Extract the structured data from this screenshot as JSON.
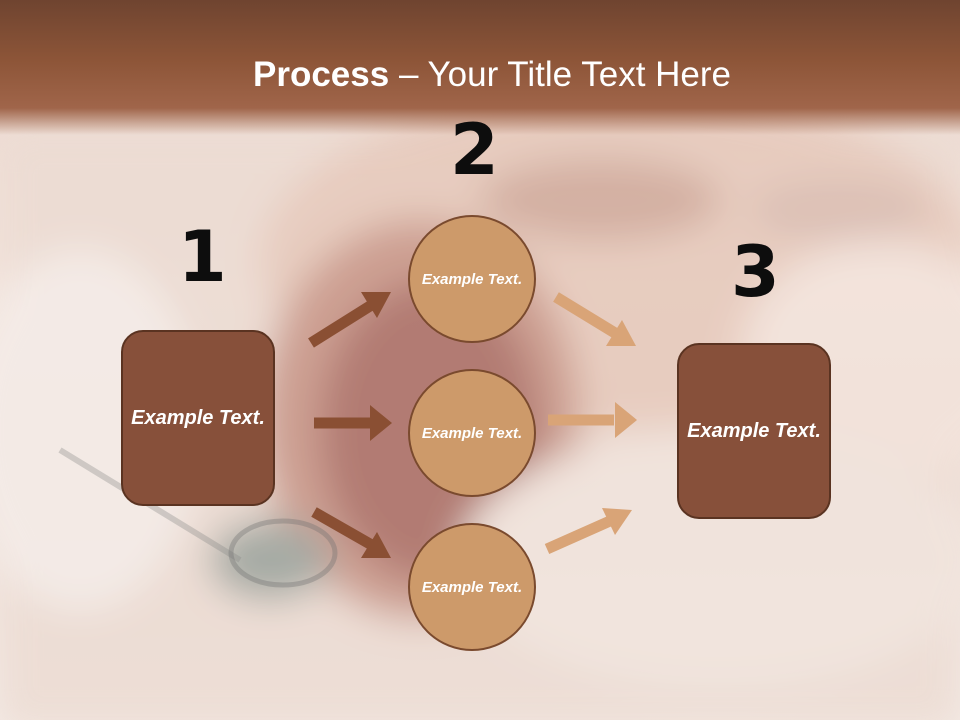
{
  "title": {
    "bold": "Process",
    "rest": " – Your Title Text Here"
  },
  "steps": {
    "one": {
      "number": "1",
      "label": "Example Text."
    },
    "two": {
      "number": "2"
    },
    "three": {
      "number": "3",
      "label": "Example Text."
    }
  },
  "circles": [
    {
      "label": "Example Text."
    },
    {
      "label": "Example Text."
    },
    {
      "label": "Example Text."
    }
  ],
  "colors": {
    "title_band": "#8d5538",
    "box_fill": "#87503a",
    "circle_fill": "#cd9a6a",
    "arrow_dark": "#8a4f33",
    "arrow_light": "#d9a477"
  }
}
